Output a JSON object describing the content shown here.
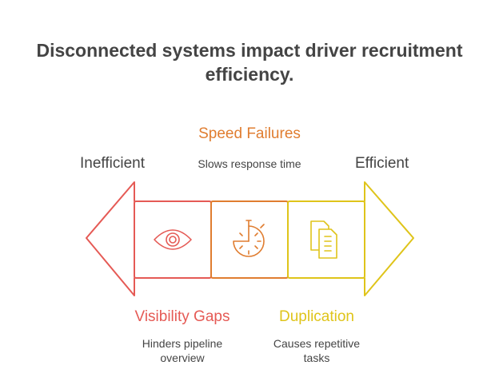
{
  "title": "Disconnected systems impact driver recruitment efficiency.",
  "left_label": "Inefficient",
  "right_label": "Efficient",
  "items": [
    {
      "title": "Visibility Gaps",
      "description": "Hinders pipeline overview",
      "icon": "eye-icon",
      "color": "#e55a55"
    },
    {
      "title": "Speed Failures",
      "description": "Slows response time",
      "icon": "stopwatch-icon",
      "color": "#e07d30"
    },
    {
      "title": "Duplication",
      "description": "Causes repetitive tasks",
      "icon": "documents-icon",
      "color": "#dfc41a"
    }
  ]
}
